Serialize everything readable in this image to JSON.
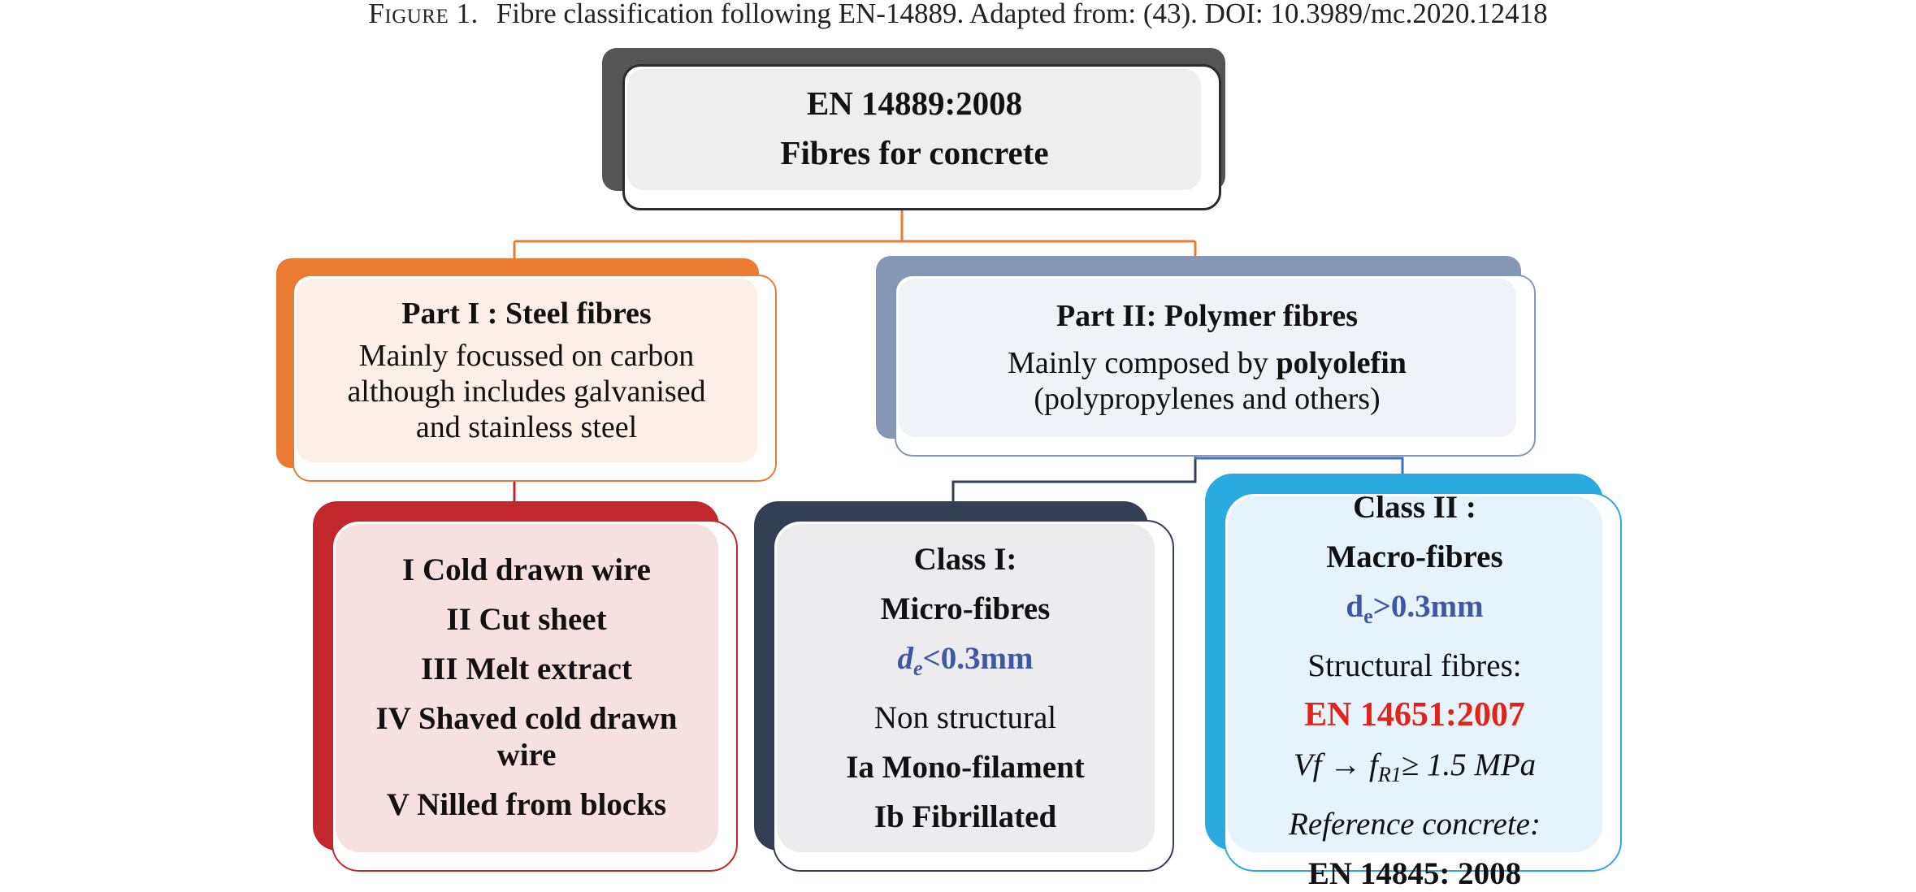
{
  "caption": {
    "figure_label": "Figure 1.",
    "text": "Fibre classification following EN-14889. Adapted from: (43). DOI: 10.3989/mc.2020.12418"
  },
  "root": {
    "line1": "EN 14889:2008",
    "line2": "Fibres for concrete"
  },
  "part1": {
    "title": "Part I : Steel fibres",
    "desc": [
      "Mainly focussed on carbon",
      "although  includes galvanised",
      "and stainless steel"
    ]
  },
  "part2": {
    "title": "Part II: Polymer fibres",
    "desc_prefix": "Mainly composed by ",
    "desc_bold": "polyolefin",
    "desc_line2": "(polypropylenes and others)"
  },
  "steel_types": {
    "items": [
      "I Cold drawn wire",
      "II Cut sheet",
      "III Melt extract",
      "IV Shaved cold drawn",
      "wire",
      "V Nilled from blocks"
    ]
  },
  "class1": {
    "title": "Class I:",
    "subtitle": "Micro-fibres",
    "diameter_symbol": "d",
    "diameter_sub": "e",
    "diameter_rest": "<0.3mm",
    "use": "Non structural",
    "types": [
      "Ia Mono-filament",
      "Ib Fibrillated"
    ]
  },
  "class2": {
    "title": "Class II :",
    "subtitle": "Macro-fibres",
    "diameter_symbol": "d",
    "diameter_sub": "e",
    "diameter_rest": ">0.3mm",
    "use": "Structural fibres:",
    "standard": "EN 14651:2007",
    "criterion_pre": "Vf → f",
    "criterion_sub": "R1",
    "criterion_post": "≥ 1.5 MPa",
    "ref_label": "Reference concrete:",
    "ref_standard": "EN 14845: 2008"
  },
  "colors": {
    "root_border": "#2b2b2b",
    "part1": "#ea7b33",
    "part2": "#8497b4",
    "steel": "#c1272d",
    "class1": "#323f54",
    "class2": "#29aae1",
    "diameter_text": "#3f58a6",
    "standard_text": "#e2231a"
  }
}
